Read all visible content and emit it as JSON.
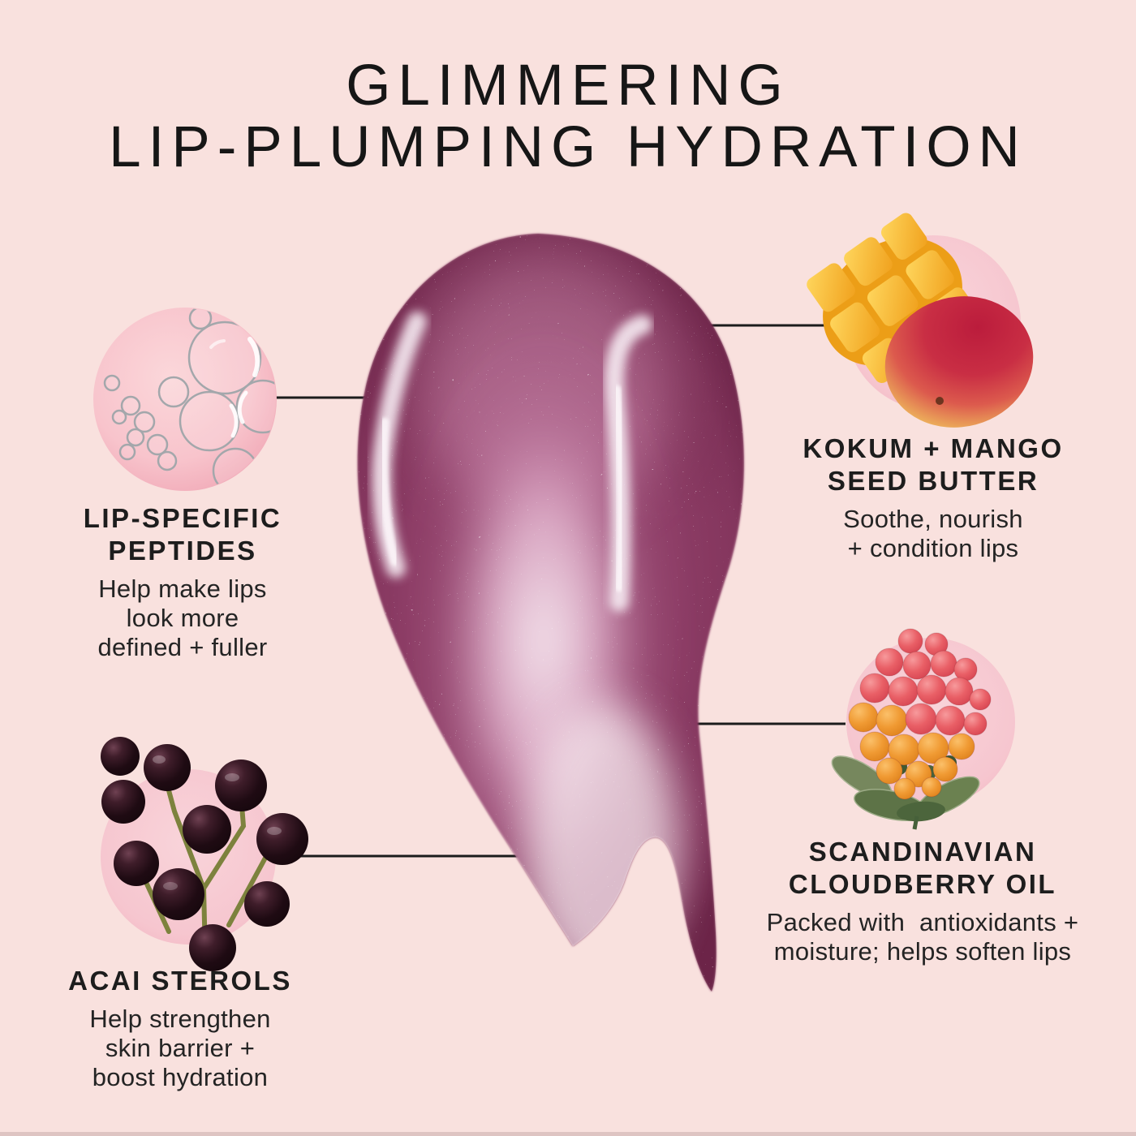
{
  "title": {
    "line1": "GLIMMERING",
    "line2": "LIP-PLUMPING HYDRATION"
  },
  "swatch": {
    "label": "glimmering plum lip gloss smear",
    "shade_hex": "#8d3e66"
  },
  "palette": {
    "background": "#f9e1de",
    "circle_pink": "#f6c6cf",
    "heading_text": "#1d1d1d",
    "body_text": "#242424",
    "connector_line": "#1c1c1c"
  },
  "callouts": [
    {
      "id": "peptides",
      "icon": "oil-bubbles-icon",
      "heading_lines": [
        "LIP-SPECIFIC",
        "PEPTIDES"
      ],
      "body_lines": [
        "Help make lips",
        "look more",
        "defined + fuller"
      ]
    },
    {
      "id": "kokum-mango",
      "icon": "mango-kokum-icon",
      "heading_lines": [
        "KOKUM + MANGO",
        "SEED BUTTER"
      ],
      "body_lines": [
        "Soothe, nourish",
        "+ condition lips"
      ]
    },
    {
      "id": "cloudberry",
      "icon": "cloudberry-icon",
      "heading_lines": [
        "SCANDINAVIAN",
        "CLOUDBERRY OIL"
      ],
      "body_lines": [
        "Packed with  antioxidants +",
        "moisture; helps soften lips"
      ]
    },
    {
      "id": "acai",
      "icon": "acai-berries-icon",
      "heading_lines": [
        "ACAI STEROLS"
      ],
      "body_lines": [
        "Help strengthen",
        "skin barrier +",
        "boost hydration"
      ]
    }
  ]
}
